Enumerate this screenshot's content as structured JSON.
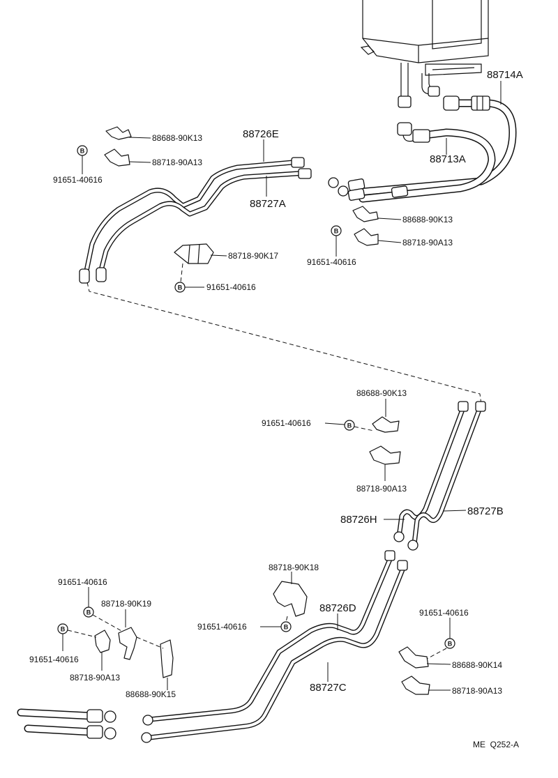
{
  "diagram": {
    "code": "ME  Q252-A",
    "bolt_symbol": "B",
    "pipes": {
      "p88726E": "88726E",
      "p88727A": "88727A",
      "p88714A": "88714A",
      "p88713A": "88713A",
      "p88726H": "88726H",
      "p88727B": "88727B",
      "p88726D": "88726D",
      "p88727C": "88727C"
    },
    "parts": {
      "k13": "88688-90K13",
      "a13": "88718-90A13",
      "bolt": "91651-40616",
      "k17": "88718-90K17",
      "k18": "88718-90K18",
      "k19": "88718-90K19",
      "k14": "88688-90K14",
      "k15": "88688-90K15"
    }
  }
}
